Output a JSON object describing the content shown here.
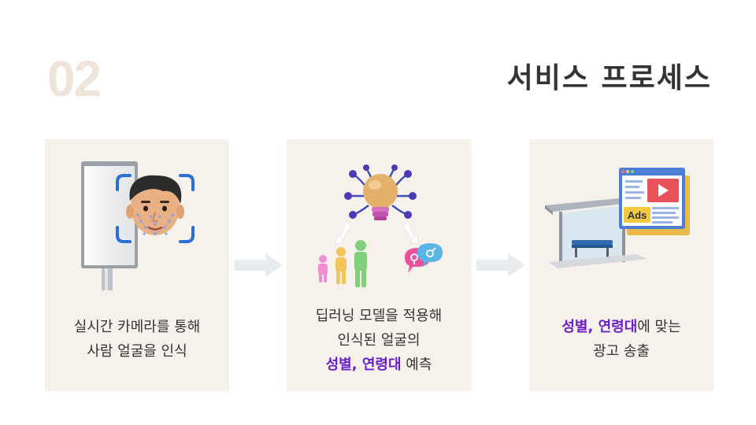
{
  "header": {
    "step_number": "02",
    "title": "서비스 프로세스"
  },
  "cards": [
    {
      "line1": "실시간 카메라를 통해",
      "line2": "사람 얼굴을 인식"
    },
    {
      "line1": "딥러닝 모델을 적용해",
      "line2": "인식된 얼굴의",
      "highlight": "성별, 연령대",
      "suffix": " 예측"
    },
    {
      "highlight": "성별, 연령대",
      "suffix": "에 맞는",
      "line2": "광고 송출"
    }
  ],
  "ads_label": "Ads",
  "colors": {
    "accent": "#6a1fc9",
    "card_bg": "#f7f1ec",
    "step_number": "#efe4da",
    "title": "#333333",
    "arrow": "#e9ecef",
    "scan_bracket": "#2a6fd6"
  },
  "icons": [
    "face-scan-icon",
    "lightbulb-network-icon",
    "people-icon",
    "gender-icon",
    "bus-stop-icon",
    "ad-screen-icon"
  ]
}
